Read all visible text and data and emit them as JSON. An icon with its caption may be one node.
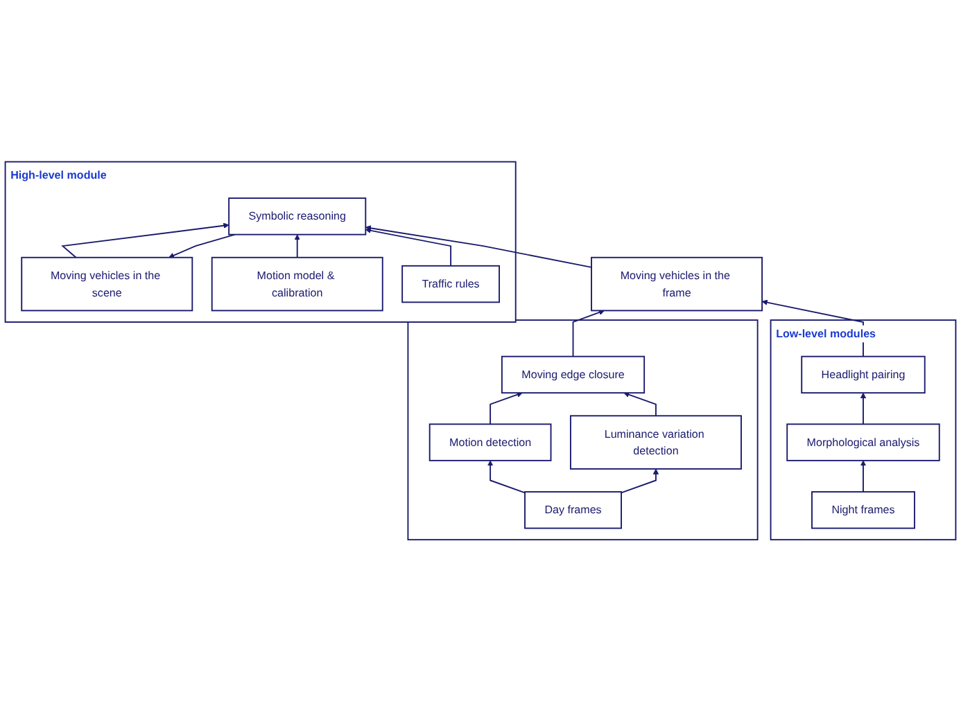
{
  "diagram": {
    "nodes": [
      {
        "text": [
          "High-level module"
        ]
      },
      {
        "text": [
          "Moving vehicles in the scene"
        ],
        "in": 0
      },
      {
        "text": [
          "Motion model & calibration"
        ],
        "in": 0
      },
      {
        "text": [
          "Symbolic reasoning"
        ],
        "in": 0
      },
      {
        "text": [
          "Traffic rules"
        ],
        "in": 0
      },
      {
        "text": [
          "Moving vehicles in the frame"
        ]
      },
      {
        "text": [],
        "shape": "box"
      },
      {
        "text": [
          "Moving edge closure"
        ],
        "in": 6
      },
      {
        "text": [
          "Motion detection"
        ],
        "in": 6
      },
      {
        "text": [
          "Luminance variation detection"
        ],
        "in": 6
      },
      {
        "text": [
          "Day frames"
        ],
        "in": 6
      },
      {
        "text": [
          "Low-level modules"
        ]
      },
      {
        "text": [
          "Headlight pairing"
        ],
        "in": 11
      },
      {
        "text": [
          "Morphological analysis"
        ],
        "in": 11
      },
      {
        "text": [
          "Night frames"
        ],
        "in": 11
      }
    ],
    "edges": [
      {
        "from": 3,
        "to": 1,
        "arrow": "to"
      },
      {
        "from": 1,
        "to": 3,
        "arrow": "to"
      },
      {
        "from": 2,
        "to": 3,
        "arrow": "to"
      },
      {
        "from": 4,
        "to": 3,
        "arrow": "to"
      },
      {
        "from": 5,
        "to": 3,
        "arrow": "to"
      },
      {
        "from": 7,
        "to": 5,
        "arrow": "to"
      },
      {
        "from": 12,
        "to": 5,
        "arrow": "to"
      },
      {
        "from": 8,
        "to": 7,
        "arrow": "to"
      },
      {
        "from": 9,
        "to": 7,
        "arrow": "to"
      },
      {
        "from": 10,
        "to": 8,
        "arrow": "to"
      },
      {
        "from": 10,
        "to": 9,
        "arrow": "to"
      },
      {
        "from": 14,
        "to": 13,
        "arrow": "to"
      },
      {
        "from": 13,
        "to": 12,
        "arrow": "to"
      }
    ]
  }
}
